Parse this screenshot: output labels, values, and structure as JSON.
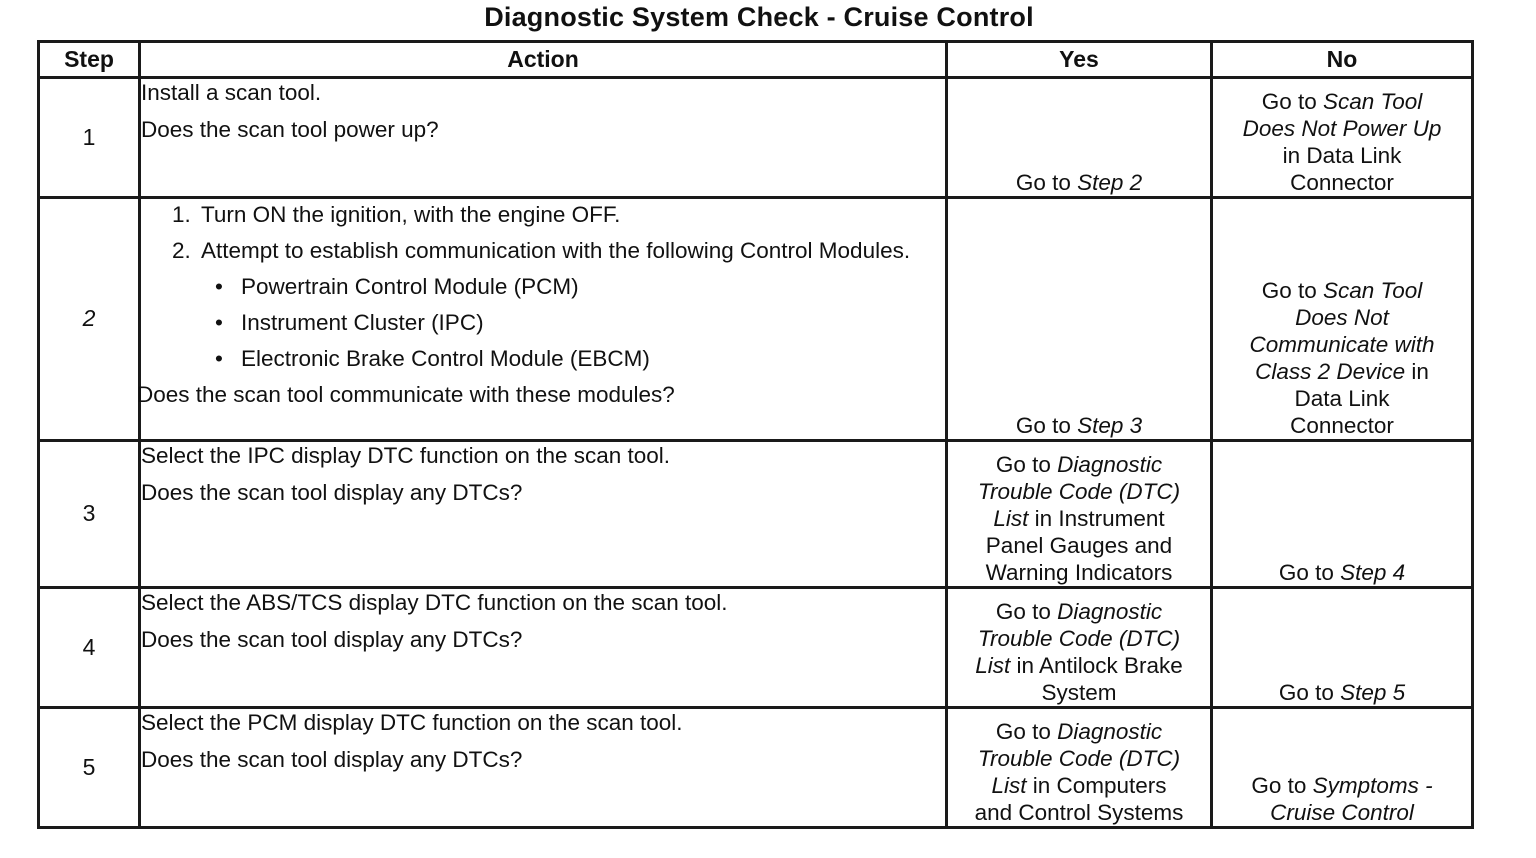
{
  "title": "Diagnostic System Check - Cruise Control",
  "headers": {
    "step": "Step",
    "action": "Action",
    "yes": "Yes",
    "no": "No"
  },
  "rows": [
    {
      "step": "1",
      "action": [
        "Install a scan tool.",
        "Does the scan tool power up?"
      ],
      "yes": {
        "prefix": "Go to ",
        "link": "Step 2"
      },
      "no": [
        {
          "prefix": "Go to ",
          "italic": "Scan Tool"
        },
        {
          "italic": "Does Not Power Up"
        },
        {
          "text": "in Data Link"
        },
        {
          "text": "Connector"
        }
      ]
    },
    {
      "step": "2",
      "substeps": [
        "Turn ON the ignition, with the engine OFF.",
        "Attempt to establish communication with the following Control Modules."
      ],
      "modules": [
        "Powertrain Control Module (PCM)",
        "Instrument Cluster (IPC)",
        "Electronic Brake Control Module (EBCM)"
      ],
      "question": "Does the scan tool communicate with these modules?",
      "yes": {
        "prefix": "Go to ",
        "link": "Step 3"
      },
      "no": [
        {
          "prefix": "Go to ",
          "italic": "Scan Tool"
        },
        {
          "italic": "Does Not"
        },
        {
          "italic": "Communicate with"
        },
        {
          "italic": "Class 2 Device",
          "suffix": " in"
        },
        {
          "text": "Data Link"
        },
        {
          "text": "Connector"
        }
      ]
    },
    {
      "step": "3",
      "action": [
        "Select the IPC display DTC function on the scan tool.",
        "Does the scan tool display any DTCs?"
      ],
      "yes": [
        {
          "prefix": "Go to ",
          "italic": "Diagnostic"
        },
        {
          "italic": "Trouble Code (DTC)"
        },
        {
          "italic": "List",
          "suffix": " in Instrument"
        },
        {
          "text": "Panel Gauges and"
        },
        {
          "text": "Warning Indicators"
        }
      ],
      "no": {
        "prefix": "Go to ",
        "link": "Step 4"
      }
    },
    {
      "step": "4",
      "action": [
        "Select the ABS/TCS display DTC function on the scan tool.",
        "Does the scan tool display any DTCs?"
      ],
      "yes": [
        {
          "prefix": "Go to ",
          "italic": "Diagnostic"
        },
        {
          "italic": "Trouble Code (DTC)"
        },
        {
          "italic": "List",
          "suffix": " in Antilock Brake"
        },
        {
          "text": "System"
        }
      ],
      "no": {
        "prefix": "Go to ",
        "link": "Step 5"
      }
    },
    {
      "step": "5",
      "action": [
        "Select the PCM display DTC function on the scan tool.",
        "Does the scan tool display any DTCs?"
      ],
      "yes": [
        {
          "prefix": "Go to ",
          "italic": "Diagnostic"
        },
        {
          "italic": "Trouble Code (DTC)"
        },
        {
          "italic": "List",
          "suffix": " in Computers"
        },
        {
          "text": "and Control Systems"
        }
      ],
      "no": [
        {
          "prefix": "Go to ",
          "italic": "Symptoms -"
        },
        {
          "italic": "Cruise Control"
        }
      ]
    }
  ]
}
